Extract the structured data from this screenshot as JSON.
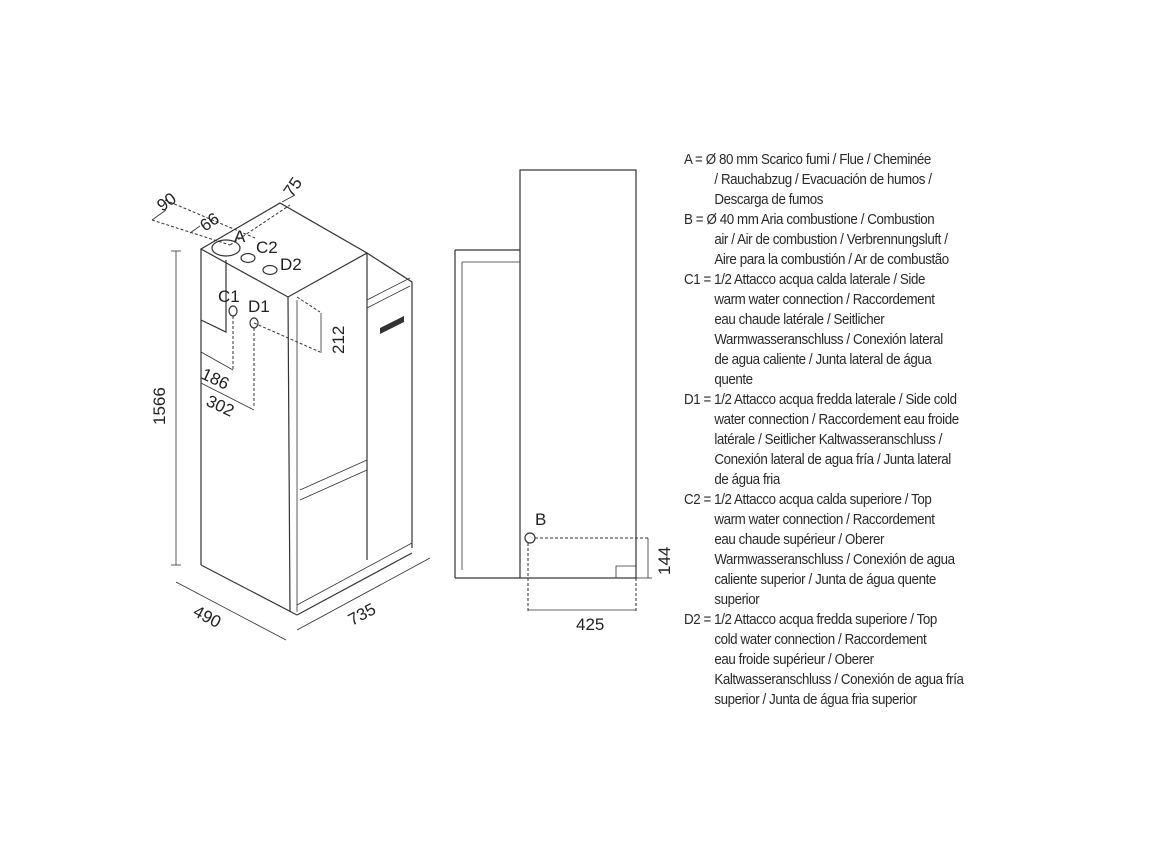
{
  "diagram": {
    "labels": {
      "A": "A",
      "B": "B",
      "C1": "C1",
      "C2": "C2",
      "D1": "D1",
      "D2": "D2"
    },
    "dimensions": {
      "d90": "90",
      "d66": "66",
      "d75": "75",
      "d212": "212",
      "d186": "186",
      "d302": "302",
      "d1566": "1566",
      "d490": "490",
      "d735": "735",
      "d144": "144",
      "d425": "425"
    }
  },
  "legend": [
    {
      "key": "A",
      "lines": [
        "A = Ø 80 mm  Scarico fumi / Flue / Cheminée",
        "/ Rauchabzug / Evacuación de humos /",
        "Descarga de fumos"
      ]
    },
    {
      "key": "B",
      "lines": [
        "B = Ø 40 mm  Aria combustione / Combustion",
        "air / Air de combustion / Verbrennungsluft /",
        "Aire para la combustión / Ar de combustão"
      ]
    },
    {
      "key": "C1",
      "lines": [
        "C1 = 1/2  Attacco acqua calda laterale / Side",
        "warm water connection / Raccordement",
        "eau chaude latérale / Seitlicher",
        "Warmwasseranschluss / Conexión lateral",
        "de agua caliente / Junta lateral de água",
        "quente"
      ]
    },
    {
      "key": "D1",
      "lines": [
        "D1 = 1/2  Attacco acqua fredda laterale / Side cold",
        "water connection / Raccordement eau froide",
        "latérale / Seitlicher Kaltwasseranschluss /",
        "Conexión lateral de agua fría / Junta lateral",
        "de água fria"
      ]
    },
    {
      "key": "C2",
      "lines": [
        "C2 = 1/2  Attacco acqua calda superiore / Top",
        "warm water connection / Raccordement",
        "eau chaude supérieur / Oberer",
        "Warmwasseranschluss / Conexión de agua",
        "caliente superior / Junta de água quente",
        "superior"
      ]
    },
    {
      "key": "D2",
      "lines": [
        "D2 = 1/2  Attacco acqua fredda superiore / Top",
        "cold water connection / Raccordement",
        "eau froide supérieur / Oberer",
        "Kaltwasseranschluss / Conexión de agua fría",
        "superior / Junta de água fria superior"
      ]
    }
  ]
}
